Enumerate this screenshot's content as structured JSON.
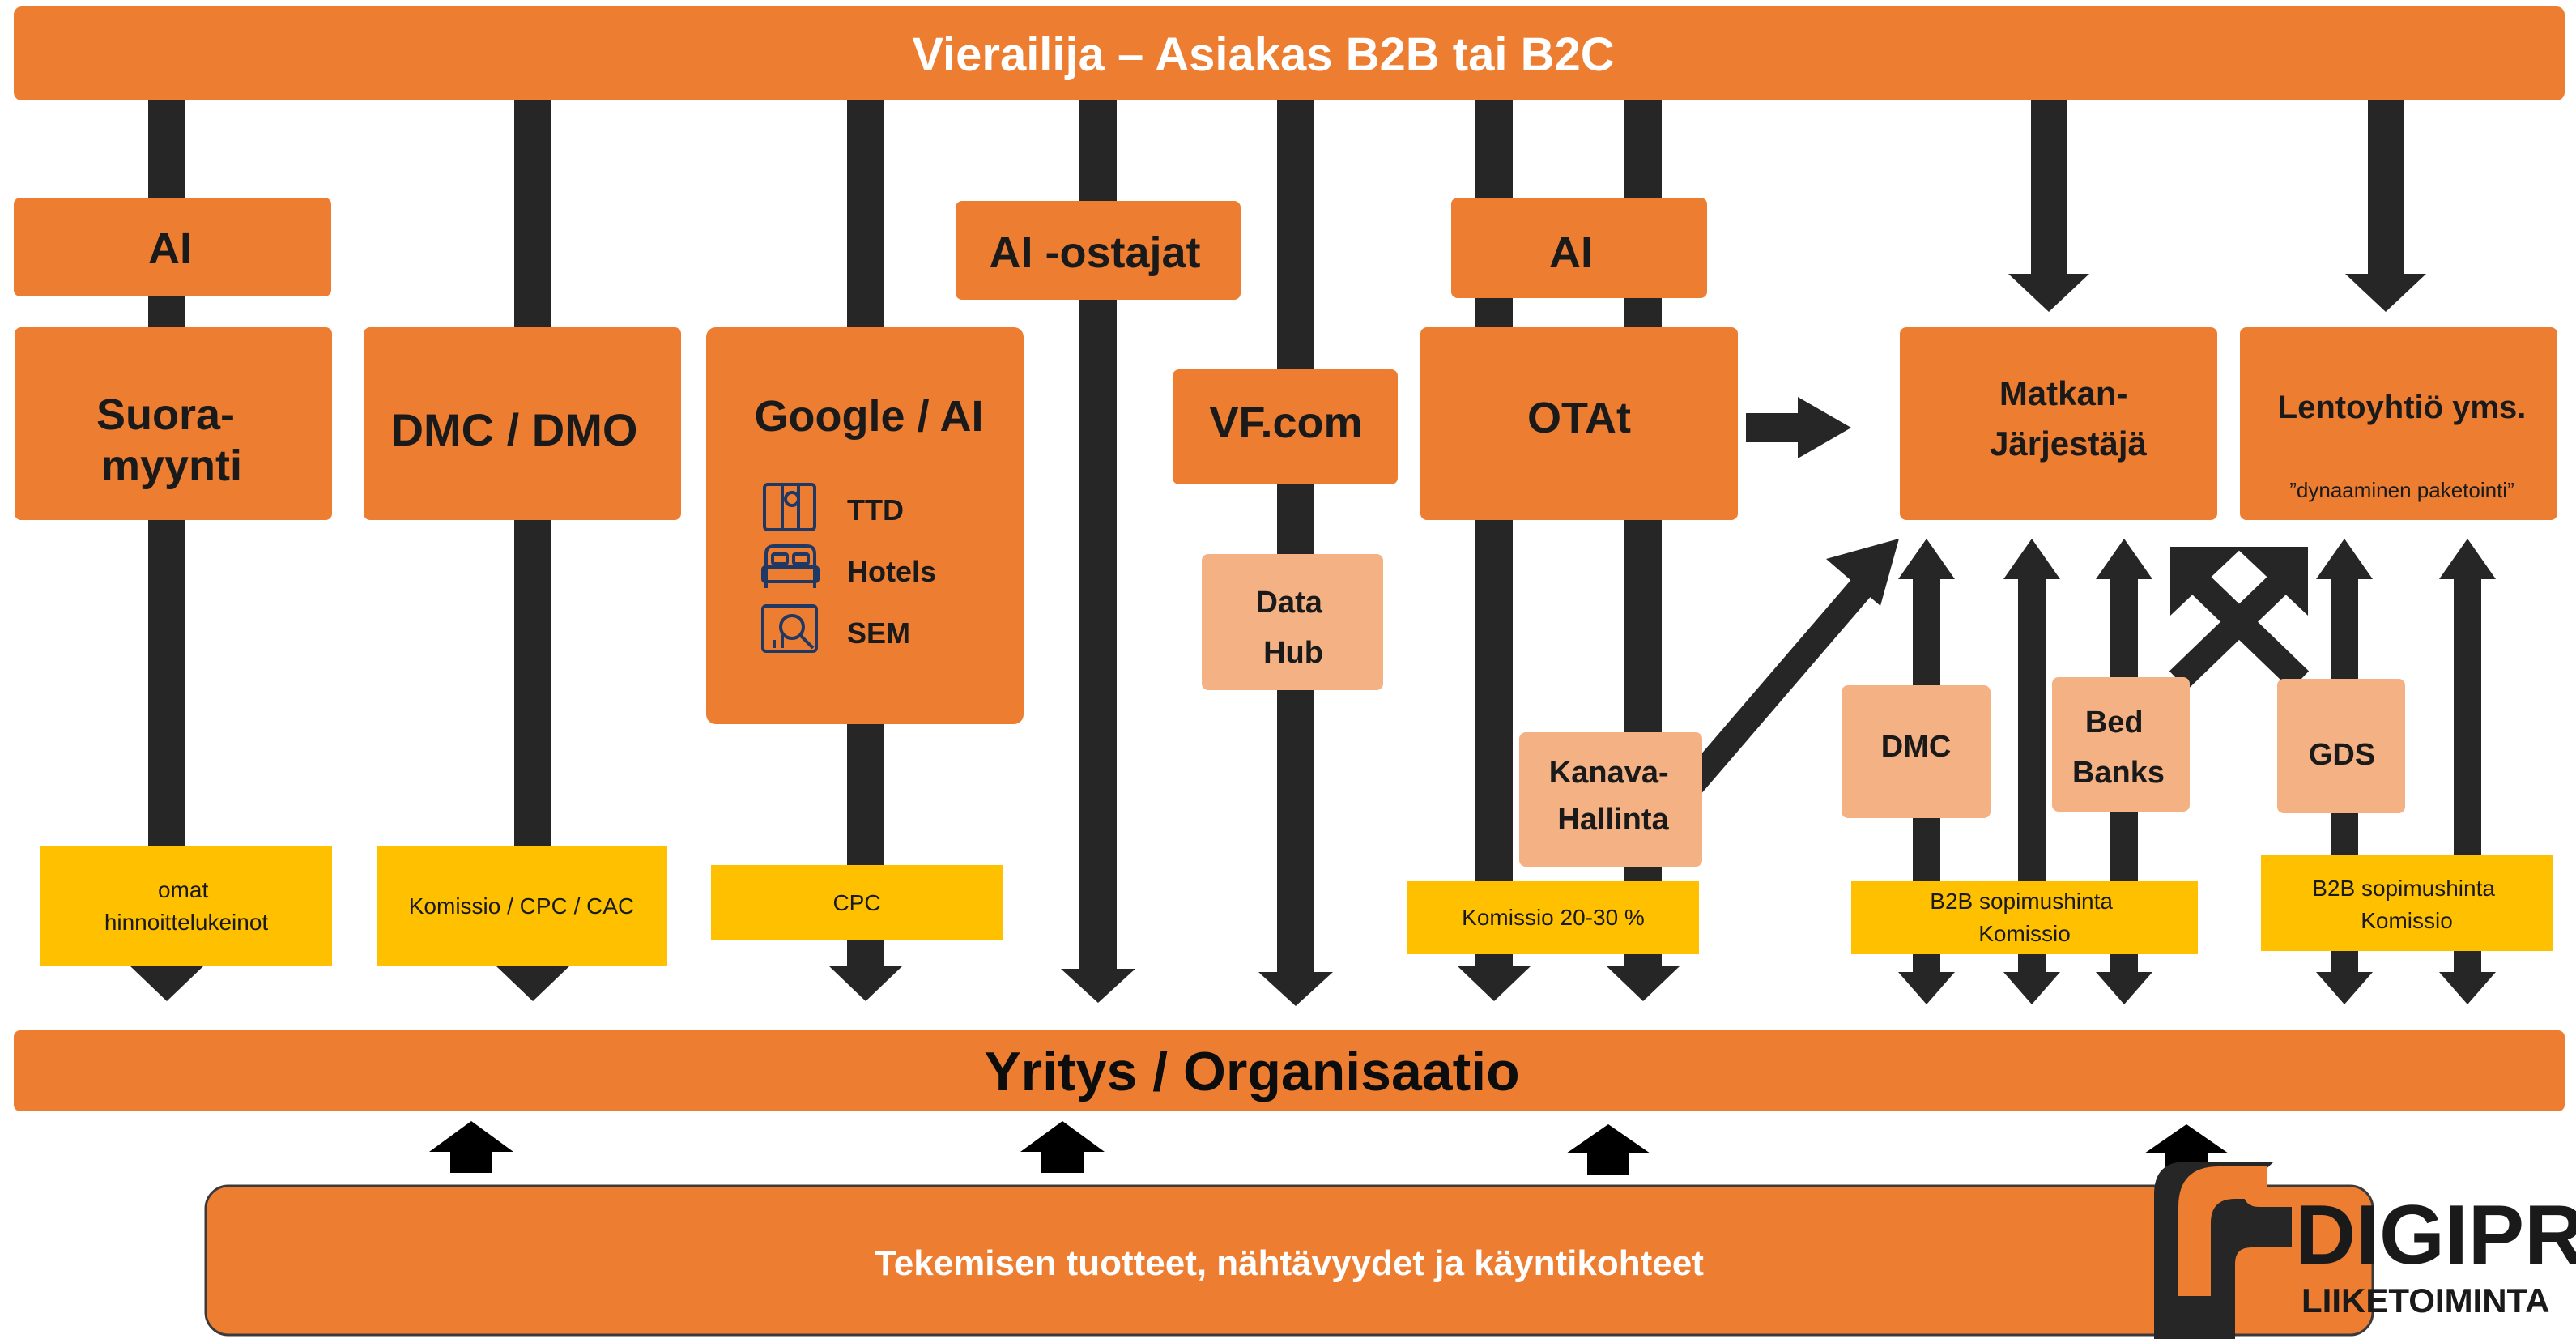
{
  "header": {
    "title": "Vierailija – Asiakas B2B tai B2C"
  },
  "middle_bar": {
    "title": "Yritys / Organisaatio"
  },
  "bottom_bar": {
    "title": "Tekemisen tuotteet, nähtävyydet ja käyntikohteet"
  },
  "channels": {
    "ai1": "AI",
    "suoramyynti": [
      "Suora-",
      "myynti"
    ],
    "dmc_dmo": "DMC / DMO",
    "google_ai": "Google / AI",
    "google_items": [
      "TTD",
      "Hotels",
      "SEM"
    ],
    "ai_ostajat": "AI -ostajat",
    "vf": "VF.com",
    "data_hub": [
      "Data",
      "Hub"
    ],
    "ai2": "AI",
    "otat": "OTAt",
    "kanavahallinta": [
      "Kanava-",
      "Hallinta"
    ],
    "matkanjarjestaja": [
      "Matkan-",
      "Järjestäjä"
    ],
    "lentoyhtio": "Lentoyhtiö yms.",
    "lentoyhtio_note": "”dynaaminen paketointi”",
    "dmc": "DMC",
    "bed_banks": [
      "Bed",
      "Banks"
    ],
    "gds": "GDS"
  },
  "pricing": {
    "omat": [
      "omat",
      "hinnoittelukeinot"
    ],
    "komissio_cpc_cac": "Komissio / CPC / CAC",
    "cpc": "CPC",
    "komissio_20_30": "Komissio  20-30 %",
    "b2b1": [
      "B2B sopimushinta",
      "Komissio"
    ],
    "b2b2": [
      "B2B sopimushinta",
      "Komissio"
    ]
  },
  "logo": {
    "brand": "DIGIPRO",
    "sub": "LIIKETOIMINTA"
  },
  "colors": {
    "orange": "#ED7D31",
    "light_orange": "#F4B183",
    "yellow": "#FFC000",
    "arrow": "#262626",
    "white_text": "#FFFFFF",
    "dark_text": "#1A1A1A",
    "icon": "#1F3864"
  }
}
